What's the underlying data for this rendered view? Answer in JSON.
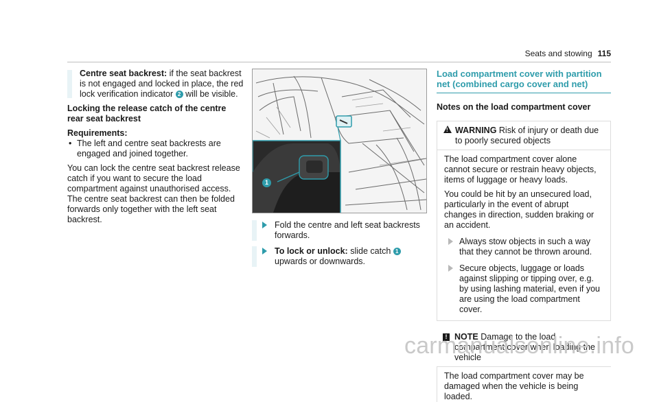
{
  "header": {
    "section": "Seats and stowing",
    "page": "115"
  },
  "col1": {
    "intro_label": "Centre seat backrest:",
    "intro_text_1": " if the seat backrest is not engaged and locked in place, the red lock verification indicator ",
    "intro_callout": "2",
    "intro_text_2": " will be visible.",
    "heading": "Locking the release catch of the centre rear seat backrest",
    "req_label": "Requirements:",
    "req_item": "The left and centre seat backrests are engaged and joined together.",
    "body": "You can lock the centre seat backrest release catch if you want to secure the load compartment against unauthorised access. The centre seat backrest can then be folded forwards only together with the left seat backrest."
  },
  "col2": {
    "figure_callout": "1",
    "step1": "Fold the centre and left seat backrests forwards.",
    "step2_label": "To lock or unlock:",
    "step2_text_1": " slide catch ",
    "step2_callout": "1",
    "step2_text_2": " upwards or downwards."
  },
  "col3": {
    "section_title": "Load compartment cover with partition net (combined cargo cover and net)",
    "sub_title": "Notes on the load compartment cover",
    "warning_label": "WARNING",
    "warning_head": "Risk of injury or death due to poorly secured objects",
    "warning_body_1": "The load compartment cover alone cannot secure or restrain heavy objects, items of luggage or heavy loads.",
    "warning_body_2": "You could be hit by an unsecured load, particularly in the event of abrupt changes in direction, sudden braking or an accident.",
    "warning_step1": "Always stow objects in such a way that they cannot be thrown around.",
    "warning_step2": "Secure objects, luggage or loads against slipping or tipping over, e.g. by using lashing material, even if you are using the load compartment cover.",
    "note_label": "NOTE",
    "note_head": "Damage to the load compartment cover when loading the vehicle",
    "note_body": "The load compartment cover may be damaged when the vehicle is being loaded."
  },
  "watermark": "carmanualsonline.info",
  "colors": {
    "accent": "#2e9cab",
    "bar": "#e8f3f6"
  }
}
